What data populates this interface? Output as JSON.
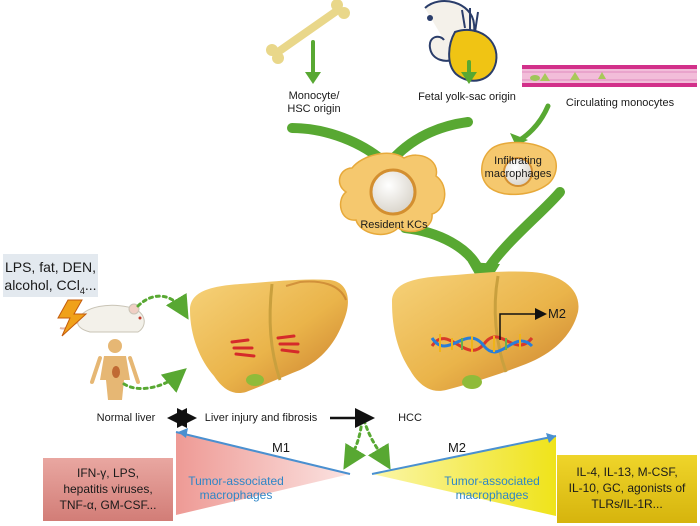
{
  "origins": {
    "monocyte_hsc": "Monocyte/\nHSC origin",
    "fetal_yolk_sac": "Fetal yolk-sac origin",
    "circulating_monocytes": "Circulating monocytes"
  },
  "cells": {
    "resident_kcs": "Resident KCs",
    "infiltrating_macrophages": "Infiltrating\nmacrophages"
  },
  "stimuli_box": {
    "line1": "LPS, fat, DEN,",
    "line2_prefix": "alcohol, CCl",
    "line2_subscript": "4",
    "line2_suffix": "..."
  },
  "stages": {
    "normal": "Normal liver",
    "injury": "Liver injury and fibrosis",
    "hcc": "HCC"
  },
  "polarization": {
    "m1_label": "M1",
    "m2_label": "M2",
    "m2_liver_label": "M2",
    "tam_left": "Tumor-associated\nmacrophages",
    "tam_right": "Tumor-associated\nmacrophages"
  },
  "m1_box": {
    "line1": "IFN-γ, LPS,",
    "line2": "hepatitis viruses,",
    "line3": "TNF-α, GM-CSF..."
  },
  "m2_box": {
    "line1": "IL-4, IL-13, M-CSF,",
    "line2": "IL-10, GC, agonists of",
    "line3": "TLRs/IL-1R..."
  },
  "colors": {
    "arrow_green": "#58a832",
    "liver_fill": "#f3c45a",
    "liver_dark": "#b5651d",
    "m1_pink": "#f2a9a4",
    "m2_yellow": "#f2ea1a",
    "left_box": "#d98a84",
    "right_box": "#e3c613",
    "stimuli_box": "#e3e9ef",
    "tam_text": "#2f86c6"
  }
}
